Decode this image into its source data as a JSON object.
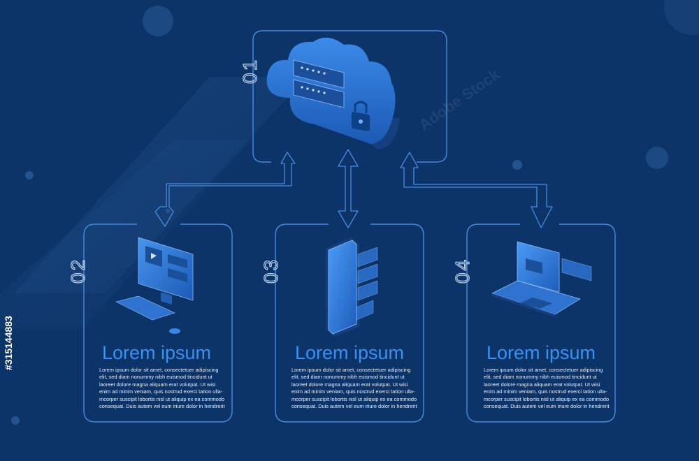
{
  "cloud": {
    "step": "01"
  },
  "cards": [
    {
      "step": "02",
      "title": "Lorem ipsum",
      "device": "desktop-computer",
      "body": [
        "Lorem ipsum dolor sit amet, consectetuer adipiscing",
        "elit, sed diam nonummy nibh euismod tincidunt ut",
        "laoreet dolore magna aliquam erat volutpat. Ut wisi",
        "enim ad minim veniam, quis nostrud exerci tation ulla-",
        "mcorper suscipit lobortis nisl ut aliquip ex ea commodo",
        "consequat. Duis autem vel eum iriure dolor in hendrerit"
      ]
    },
    {
      "step": "03",
      "title": "Lorem ipsum",
      "device": "smartphone",
      "body": [
        "Lorem ipsum dolor sit amet, consectetuer adipiscing",
        "elit, sed diam nonummy nibh euismod tincidunt ut",
        "laoreet dolore magna aliquam erat volutpat. Ut wisi",
        "enim ad minim veniam, quis nostrud exerci tation ulla-",
        "mcorper suscipit lobortis nisl ut aliquip ex ea commodo",
        "consequat. Duis autem vel eum iriure dolor in hendrerit"
      ]
    },
    {
      "step": "04",
      "title": "Lorem ipsum",
      "device": "laptop",
      "body": [
        "Lorem ipsum dolor sit amet, consectetuer adipiscing",
        "elit, sed diam nonummy nibh euismod tincidunt ut",
        "laoreet dolore magna aliquam erat volutpat. Ut wisi",
        "enim ad minim veniam, quis nostrud exerci tation ulla-",
        "mcorper suscipit lobortis nisl ut aliquip ex ea commodo",
        "consequat. Duis autem vel eum iriure dolor in hendrerit"
      ]
    }
  ],
  "watermark": {
    "text": "Adobe Stock",
    "id": "#315144883"
  },
  "colors": {
    "background": "#0d3468",
    "outline": "#4a8ae0",
    "title": "#3d8ff0",
    "body_text": "#e6eefb",
    "device_blue": "#2f7ee6"
  }
}
